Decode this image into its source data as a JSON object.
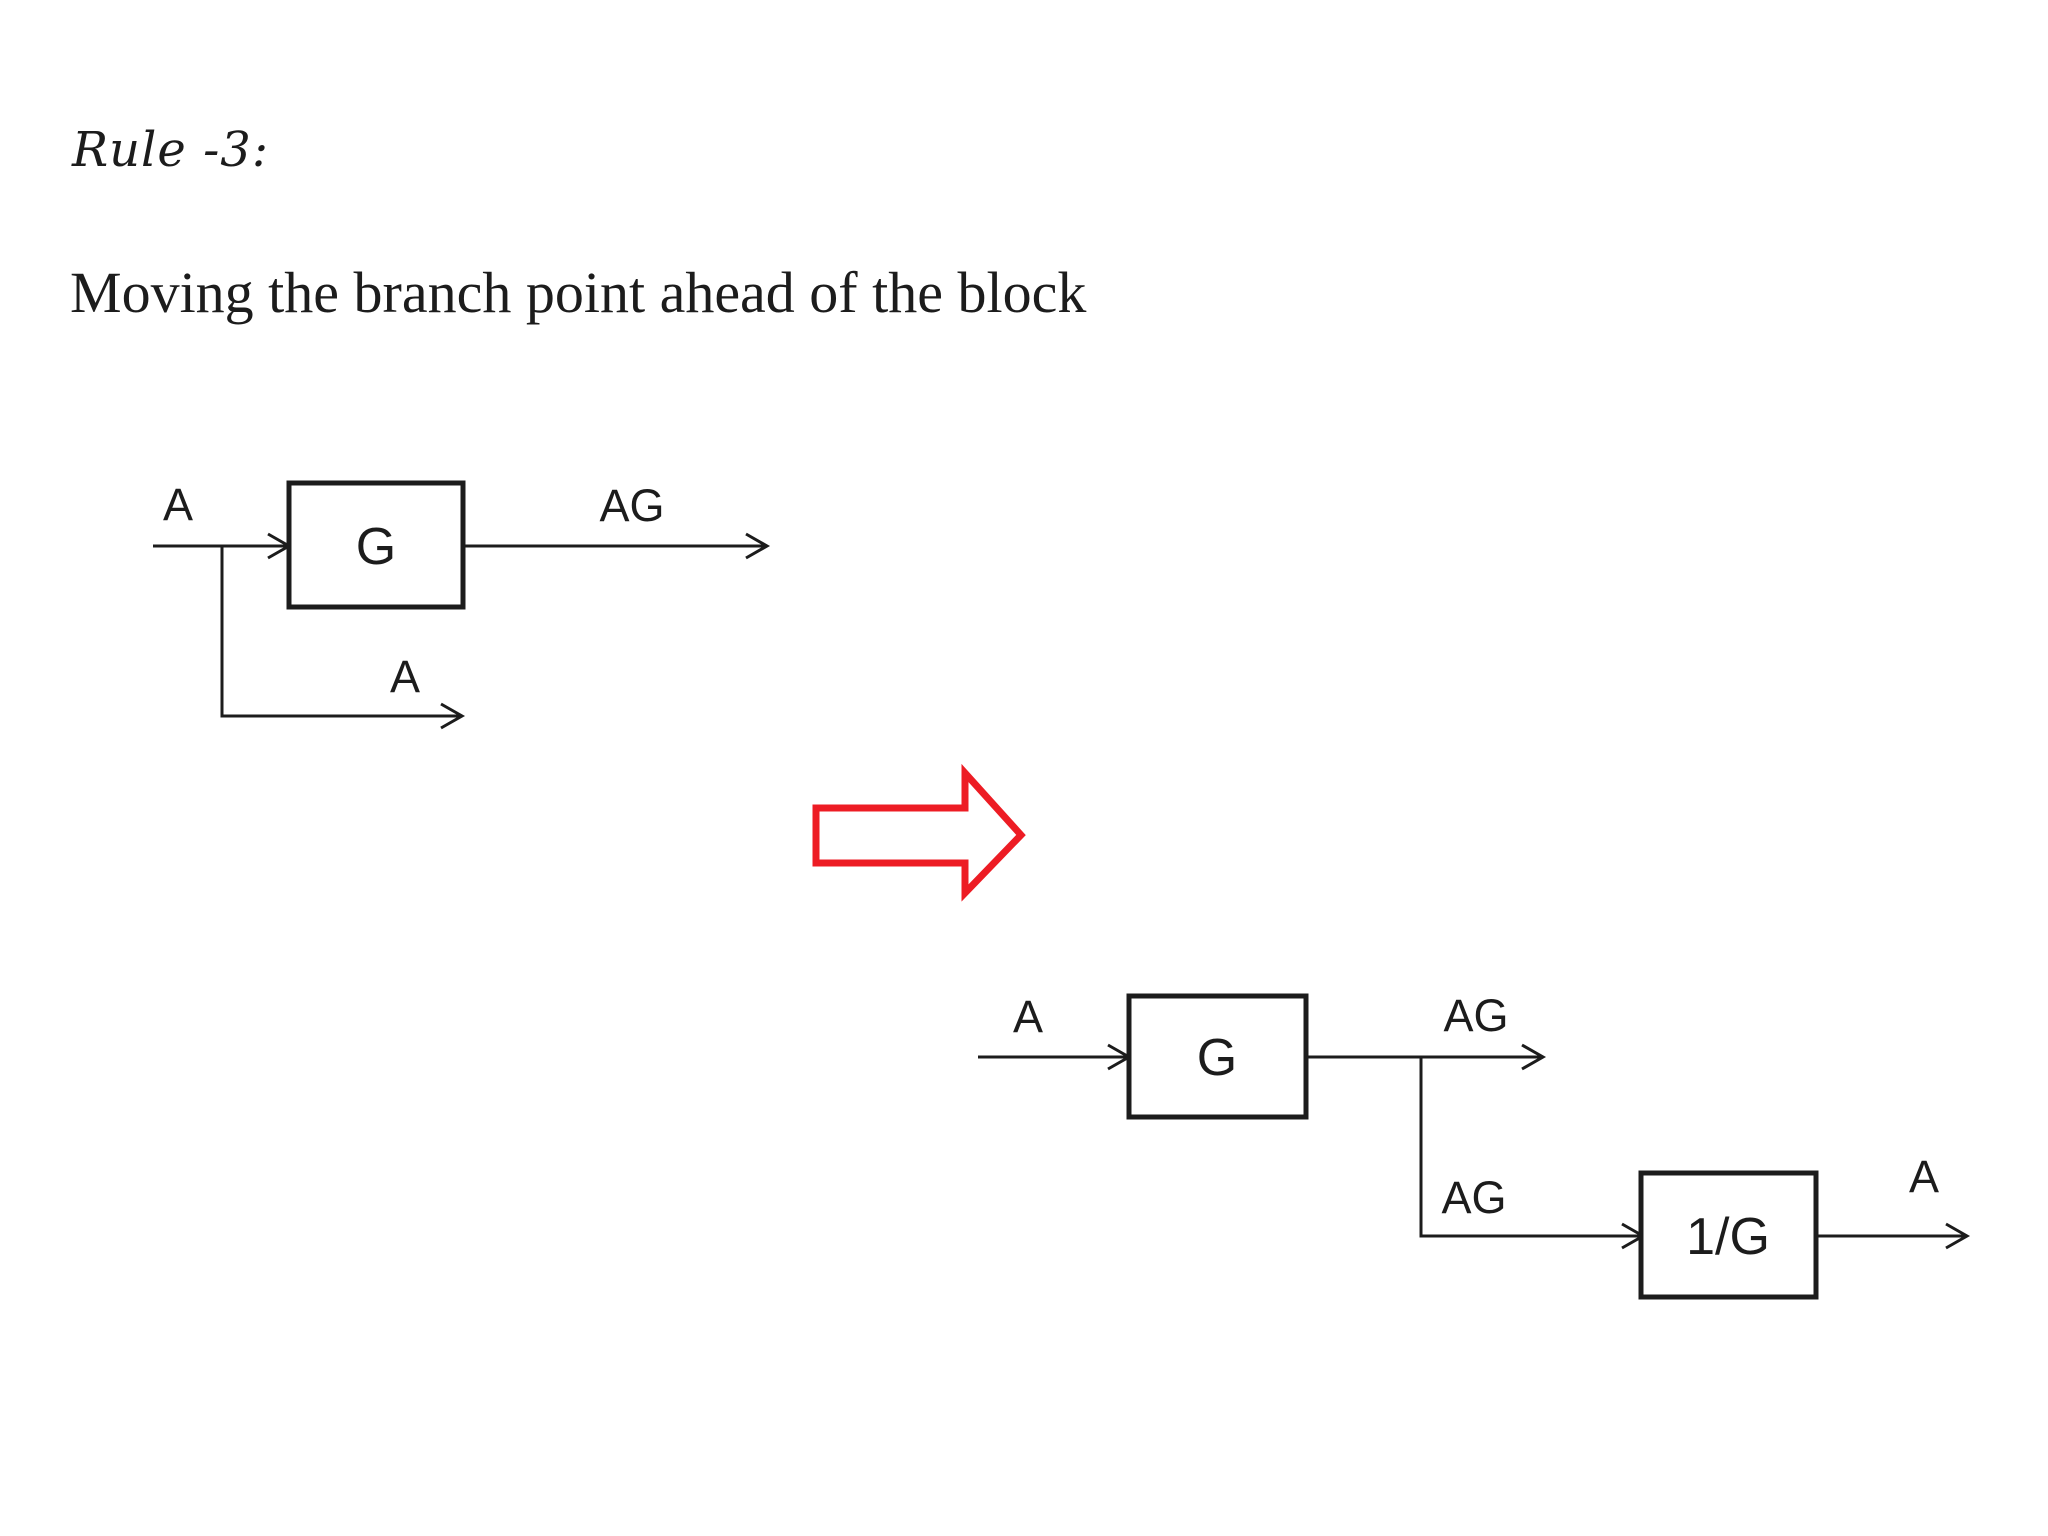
{
  "title": "Rule -3:",
  "subtitle": "Moving the branch point ahead of the block",
  "colors": {
    "ink": "#1c1c1c",
    "accent_red": "#ed1c24",
    "background": "#ffffff"
  },
  "transform_arrow": {
    "icon": "right-block-arrow"
  },
  "diagram_before": {
    "input_label": "A",
    "block_label": "G",
    "output_label": "AG",
    "branch_label": "A"
  },
  "diagram_after": {
    "input_label": "A",
    "block1_label": "G",
    "output_label": "AG",
    "branch_label": "AG",
    "block2_label": "1/G",
    "final_label": "A"
  }
}
